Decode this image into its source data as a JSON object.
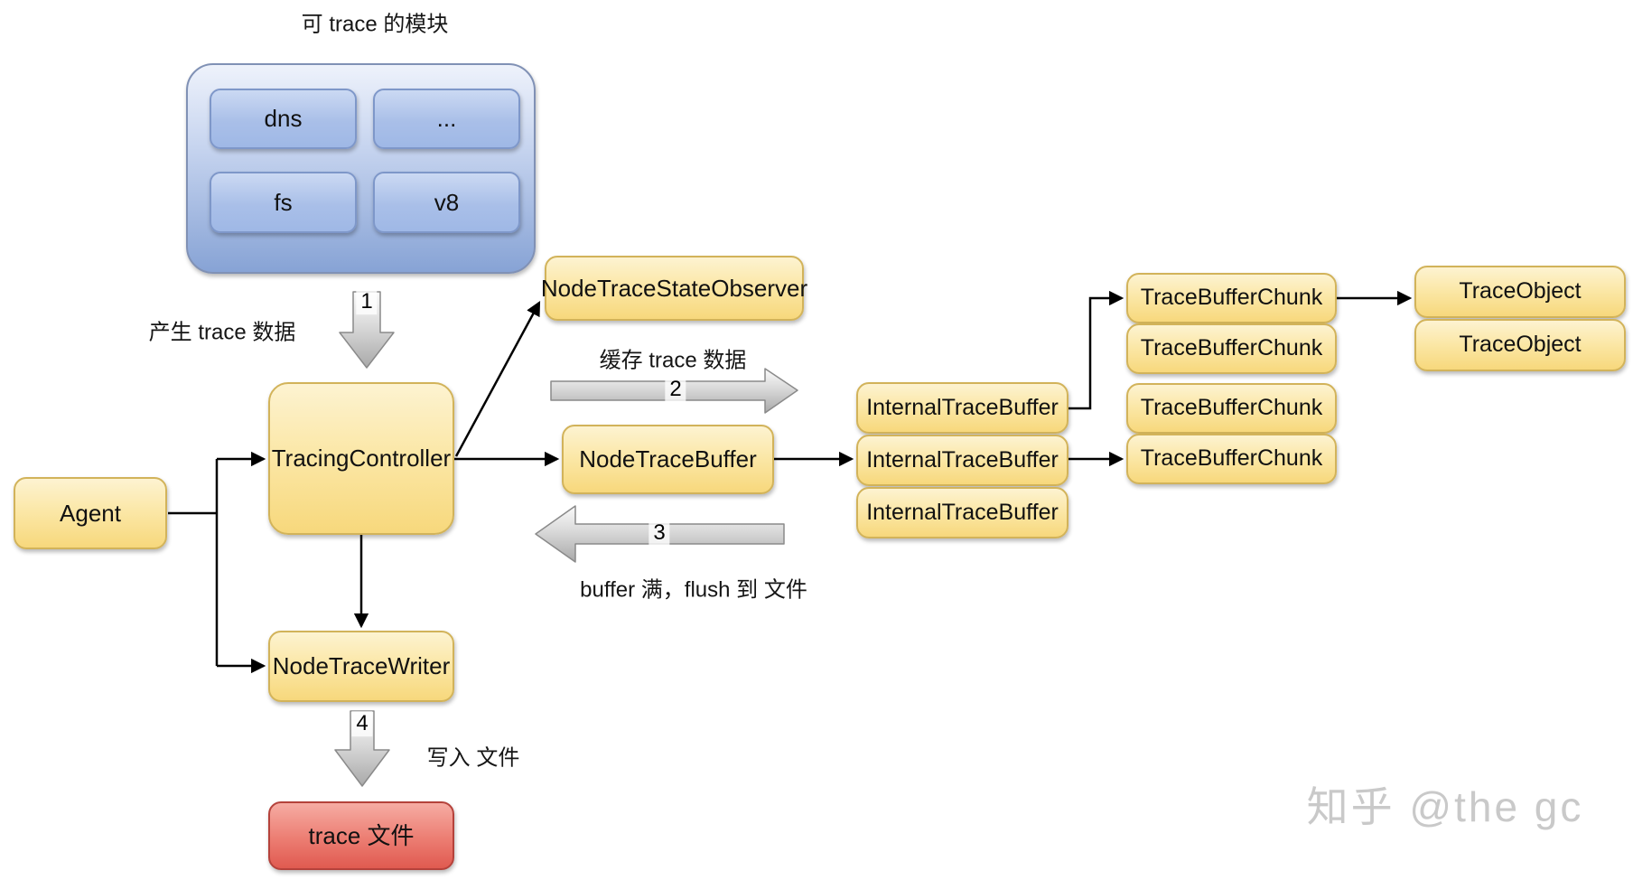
{
  "diagram": {
    "title": "可 trace 的模块",
    "modules": [
      "dns",
      "...",
      "fs",
      "v8"
    ],
    "nodes": {
      "agent": "Agent",
      "tracing_controller": "TracingController",
      "observer": "NodeTraceStateObserver",
      "node_trace_buffer": "NodeTraceBuffer",
      "node_trace_writer": "NodeTraceWriter",
      "trace_file": "trace 文件",
      "internal_trace_buffers": [
        "InternalTraceBuffer",
        "InternalTraceBuffer",
        "InternalTraceBuffer"
      ],
      "trace_buffer_chunks": [
        "TraceBufferChunk",
        "TraceBufferChunk",
        "TraceBufferChunk",
        "TraceBufferChunk"
      ],
      "trace_objects": [
        "TraceObject",
        "TraceObject"
      ]
    },
    "steps": [
      {
        "num": "1",
        "text": "产生 trace 数据"
      },
      {
        "num": "2",
        "text": "缓存 trace 数据"
      },
      {
        "num": "3",
        "text": "buffer 满，flush 到 文件"
      },
      {
        "num": "4",
        "text": "写入 文件"
      }
    ],
    "watermark": "知乎 @the gc",
    "colors": {
      "node_fill_top": "#fdf3d1",
      "node_fill_bottom": "#f7d87c",
      "node_border": "#d2b35a",
      "group_fill_top": "#eef2fb",
      "group_fill_bottom": "#87a3d5",
      "module_fill_top": "#cbd9f3",
      "module_fill_bottom": "#9fb8e6",
      "file_fill_top": "#f6aca3",
      "file_fill_bottom": "#e05a50",
      "file_border": "#b5423b",
      "fat_arrow_fill_top": "#fbfbfb",
      "fat_arrow_fill_bottom": "#a9a9a9",
      "wire": "#000000",
      "watermark_color": "#c9c9c9"
    }
  }
}
